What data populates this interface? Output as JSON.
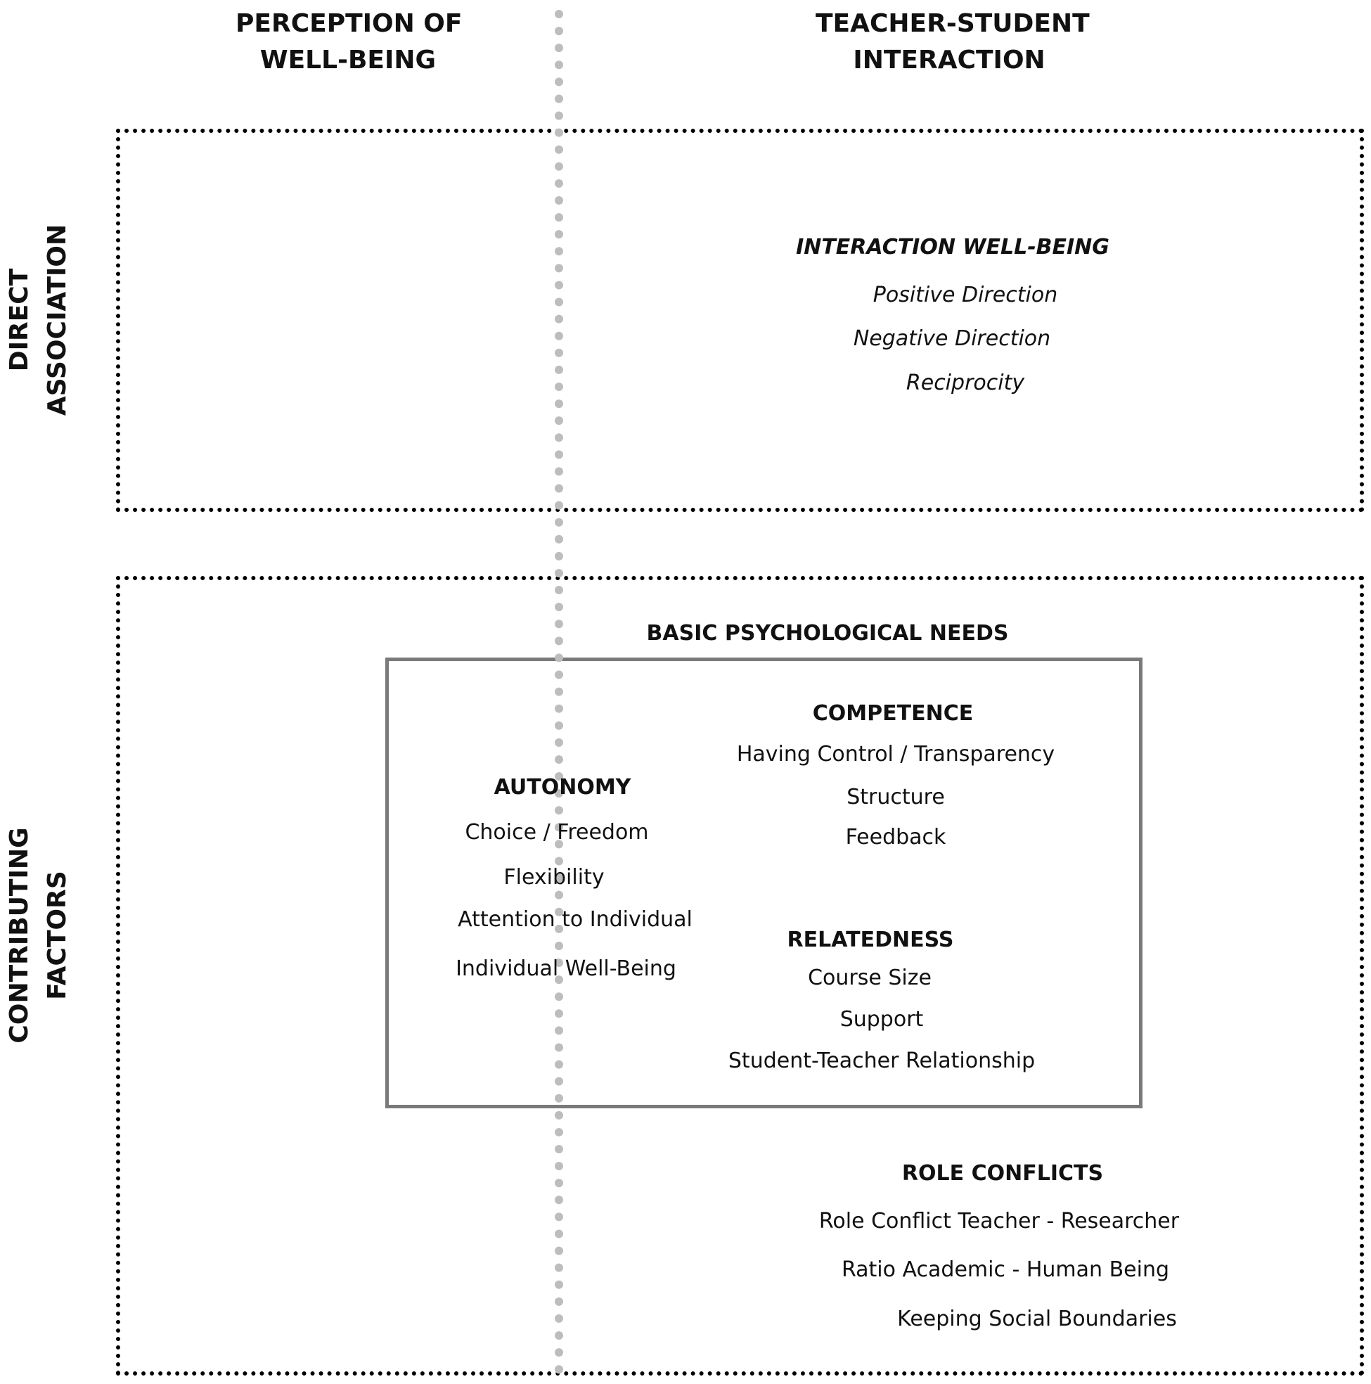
{
  "columns": {
    "perception": [
      "PERCEPTION OF",
      "WELL-BEING"
    ],
    "interaction": [
      "TEACHER-STUDENT",
      "INTERACTION"
    ]
  },
  "rows": {
    "direct": [
      "DIRECT",
      "ASSOCIATION"
    ],
    "contributing": [
      "CONTRIBUTING",
      "FACTORS"
    ]
  },
  "interaction_wellbeing": {
    "title": "INTERACTION WELL-BEING",
    "items": [
      "Positive Direction",
      "Negative Direction",
      "Reciprocity"
    ]
  },
  "bpn": {
    "title": "BASIC PSYCHOLOGICAL NEEDS",
    "competence": {
      "title": "COMPETENCE",
      "items": [
        "Having Control / Transparency",
        "Structure",
        "Feedback"
      ]
    },
    "autonomy": {
      "title": "AUTONOMY",
      "items": [
        "Choice / Freedom",
        "Flexibility",
        "Attention to Individual",
        "Individual Well-Being"
      ]
    },
    "relatedness": {
      "title": "RELATEDNESS",
      "items": [
        "Course Size",
        "Support",
        "Student-Teacher Relationship"
      ]
    }
  },
  "role_conflicts": {
    "title": "ROLE CONFLICTS",
    "items": [
      "Role Conflict Teacher - Researcher",
      "Ratio Academic - Human Being",
      "Keeping Social Boundaries"
    ]
  }
}
